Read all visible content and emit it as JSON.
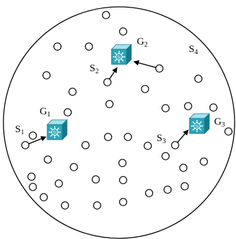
{
  "diagram": {
    "background_color": "#ffffff",
    "stroke_color": "#000000",
    "gateway_front_color": "#2aa6b8",
    "gateway_top_color": "#a6e3ec",
    "gateway_side_color": "#16788a",
    "gateway_icon_color": "#ffffff",
    "gateways": [
      {
        "id": "g1",
        "letter": "G",
        "sub": "1",
        "icon_text": "Si"
      },
      {
        "id": "g2",
        "letter": "G",
        "sub": "2",
        "icon_text": "Si"
      },
      {
        "id": "g3",
        "letter": "G",
        "sub": "3",
        "icon_text": "Si"
      }
    ],
    "sources": [
      {
        "id": "s1",
        "letter": "S",
        "sub": "1",
        "target": "g1"
      },
      {
        "id": "s2",
        "letter": "S",
        "sub": "2",
        "target": "g2"
      },
      {
        "id": "s3",
        "letter": "S",
        "sub": "3",
        "target": "g3"
      },
      {
        "id": "s4",
        "letter": "S",
        "sub": "4",
        "target": "g2"
      }
    ]
  }
}
